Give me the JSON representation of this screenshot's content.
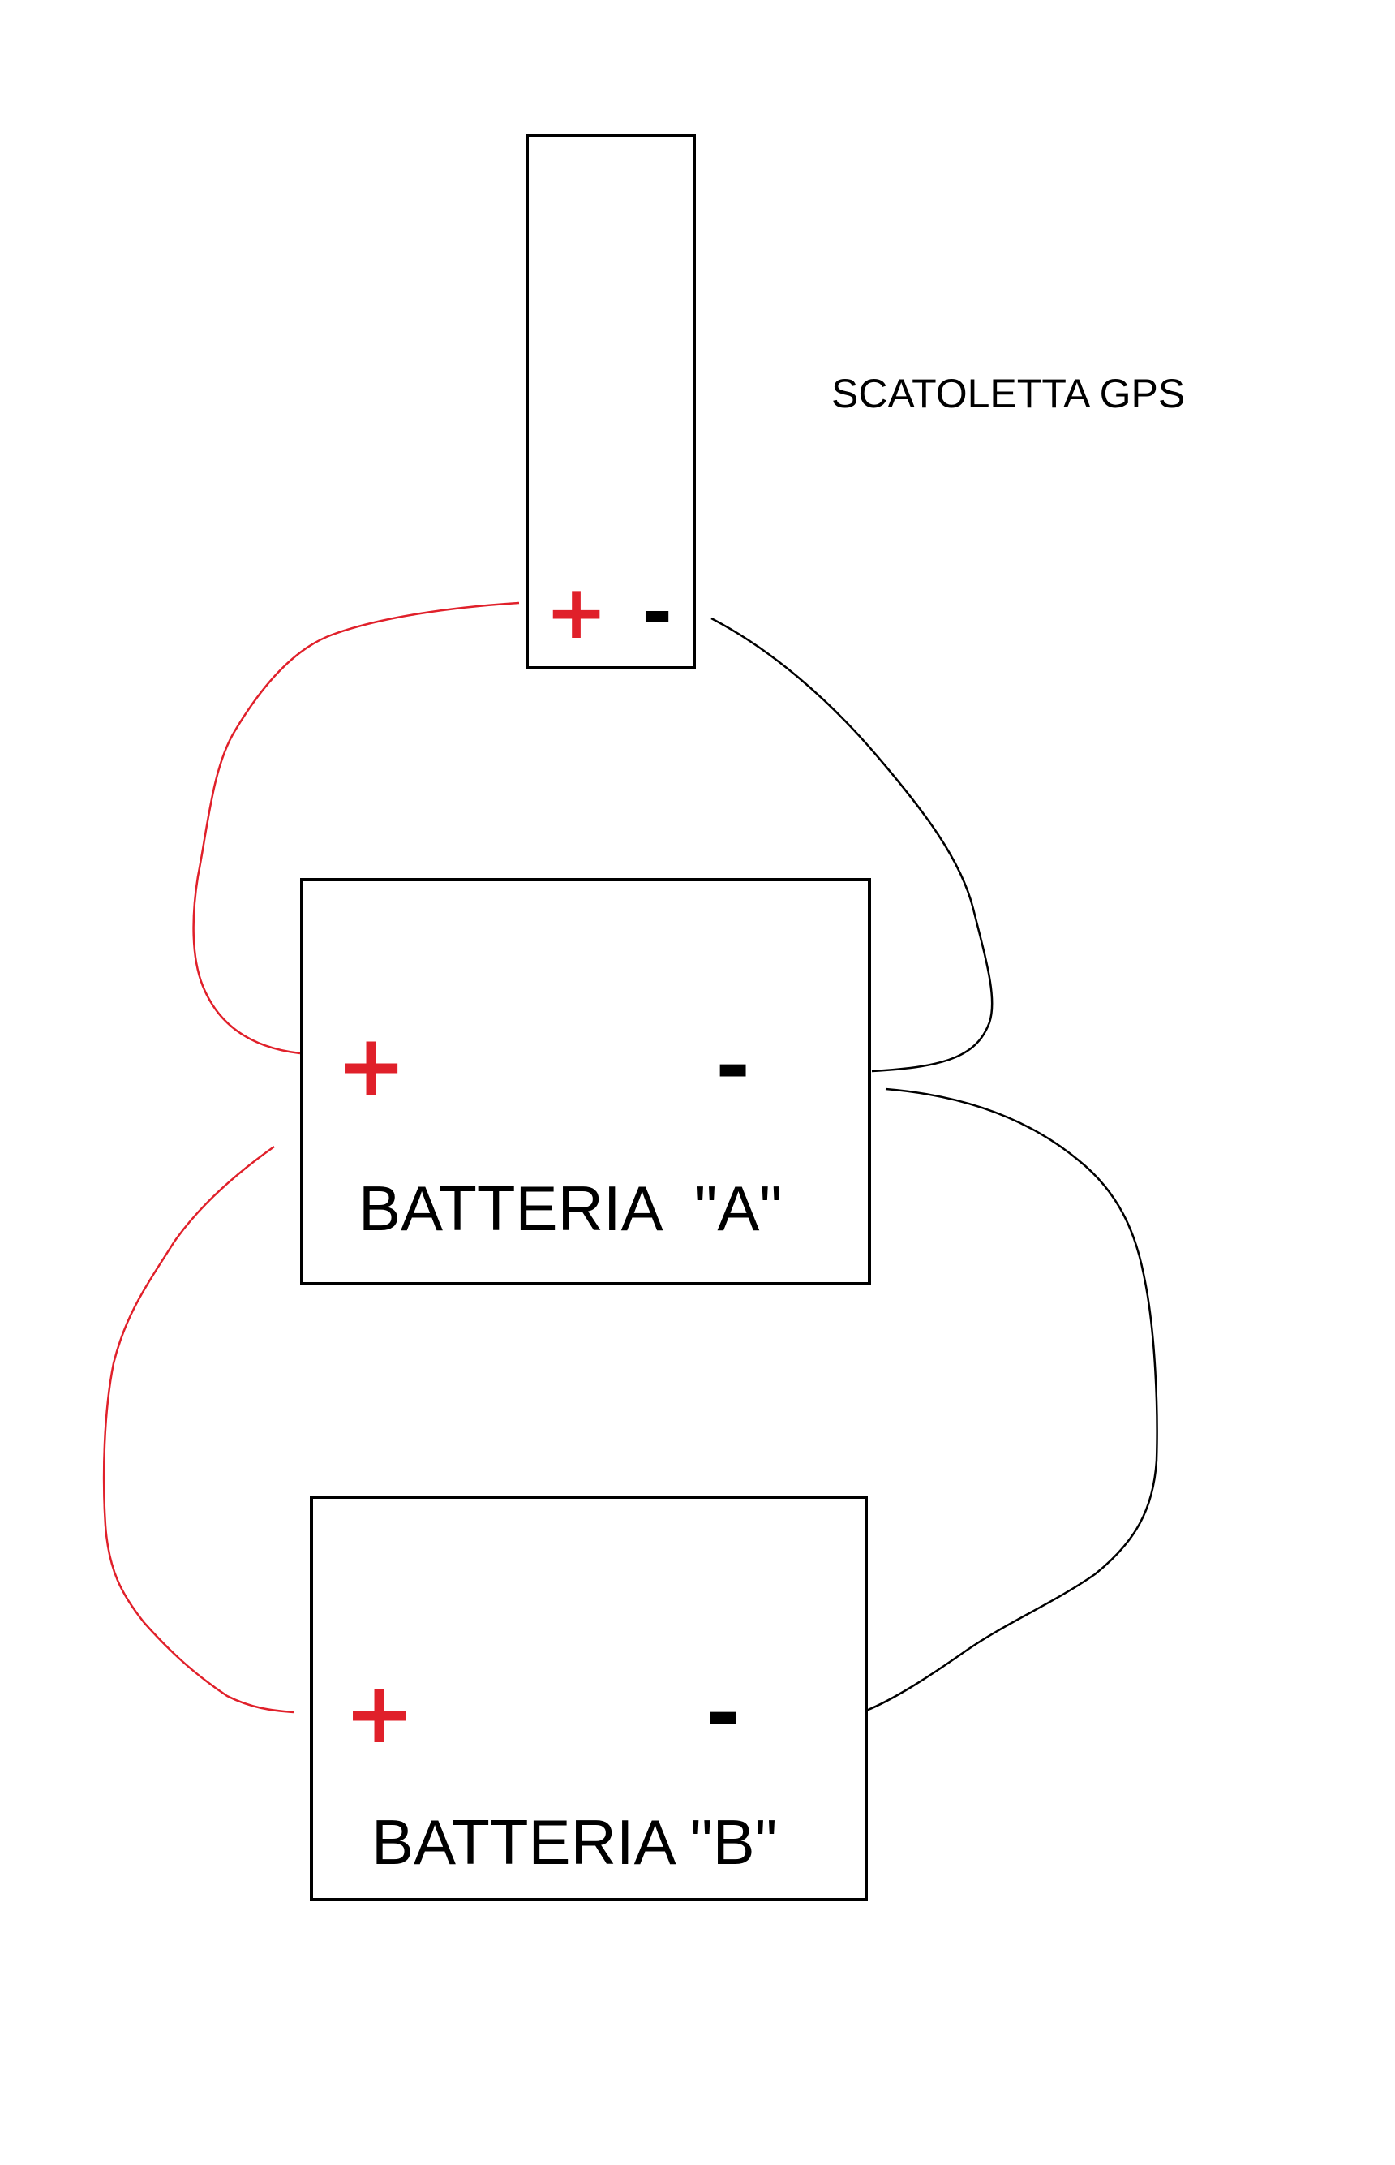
{
  "gps_box": {
    "caption": "SCATOLETTA GPS",
    "plus_symbol": "+",
    "minus_symbol": "-"
  },
  "battery_a": {
    "caption": "BATTERIA  \"A\"",
    "plus_symbol": "+",
    "minus_symbol": "-"
  },
  "battery_b": {
    "caption": "BATTERIA \"B\"",
    "plus_symbol": "+",
    "minus_symbol": "-"
  },
  "colors": {
    "positive_wire": "#e0202a",
    "negative_wire": "#000000",
    "background": "#ffffff"
  }
}
